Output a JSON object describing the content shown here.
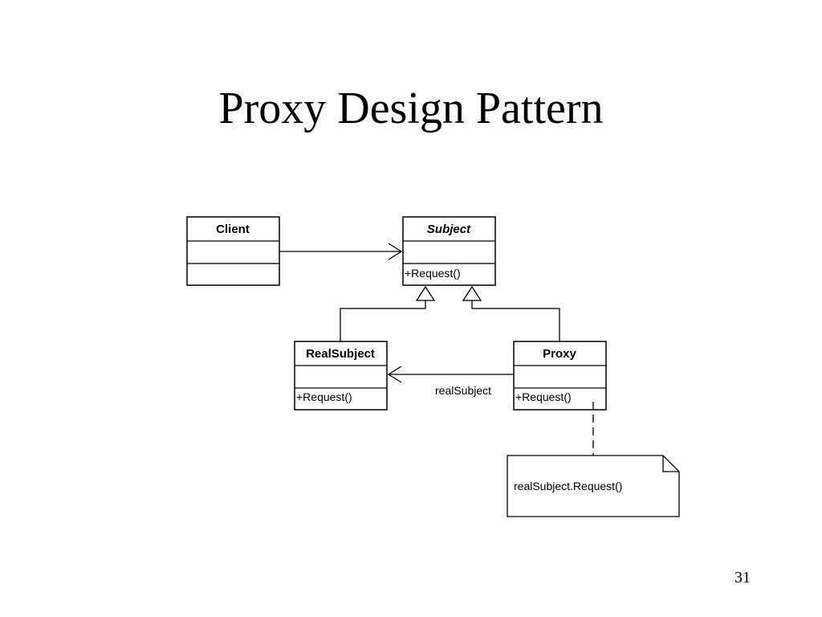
{
  "slide": {
    "title": "Proxy Design Pattern",
    "page_number": "31"
  },
  "diagram": {
    "colors": {
      "box_border": "#000000",
      "line": "#000000",
      "note_border": "#000000",
      "background": "#ffffff"
    },
    "classes": {
      "client": {
        "name": "Client",
        "operation": ""
      },
      "subject": {
        "name": "Subject",
        "operation": "+Request()",
        "abstract": true
      },
      "real_subject": {
        "name": "RealSubject",
        "operation": "+Request()"
      },
      "proxy": {
        "name": "Proxy",
        "operation": "+Request()"
      }
    },
    "association_label": "realSubject",
    "note_text": "realSubject.Request()"
  }
}
